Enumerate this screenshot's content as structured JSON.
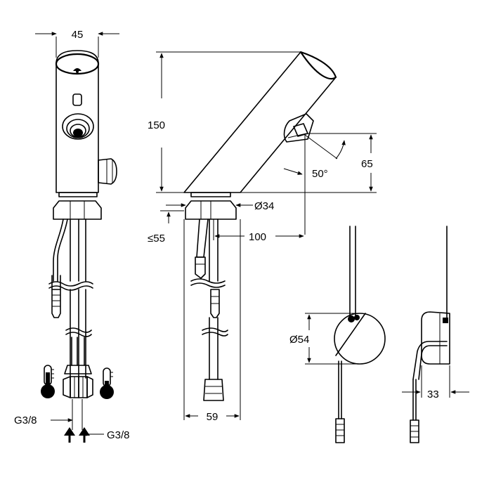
{
  "dimensions": {
    "width_top": "45",
    "height_total": "150",
    "sensor_height": "65",
    "sensor_angle": "50°",
    "base_diameter": "Ø34",
    "max_deck_thickness": "≤55",
    "reach": "100",
    "hose_spacing": "59",
    "box_diameter": "Ø54",
    "box_depth": "33"
  },
  "connections": {
    "left_thread": "G3/8",
    "right_thread": "G3/8"
  },
  "colors": {
    "ink": "#000000",
    "background": "#ffffff"
  },
  "icons": {
    "hot_water": "thermometer-hot-icon",
    "cold_water": "thermometer-cold-icon",
    "supply": "up-arrow-icon"
  }
}
